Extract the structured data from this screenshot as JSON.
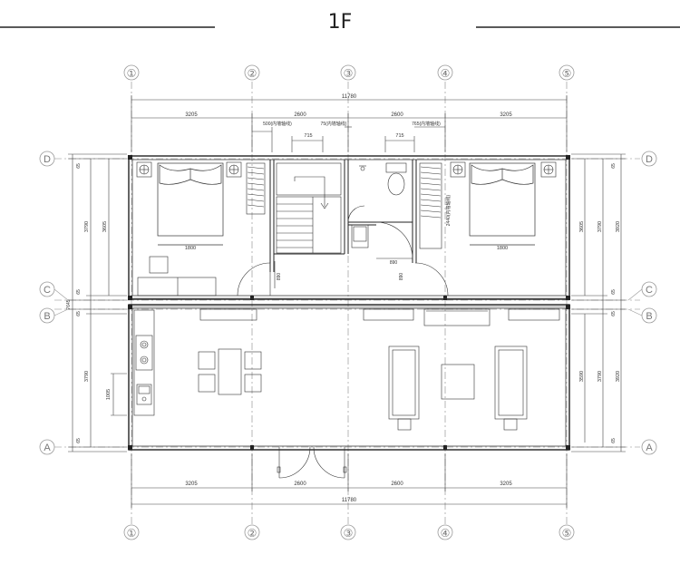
{
  "title": "1F",
  "grid_cols": [
    "①",
    "②",
    "③",
    "④",
    "⑤"
  ],
  "grid_rows": [
    "D",
    "C",
    "B",
    "A"
  ],
  "dims": {
    "total_top": "11780",
    "total_bottom": "11780",
    "segs_top": [
      "3205",
      "2600",
      "2600",
      "3205"
    ],
    "segs_bottom": [
      "3205",
      "2600",
      "2600",
      "3205"
    ],
    "wall_top_left": "500(内墙轴线)",
    "wall_top_right": "765(内墙轴线)",
    "wall_top_mid": "75(内墙轴线)",
    "door_width_1": "715",
    "door_width_2": "715",
    "bed_left": "1800",
    "bed_right": "1800",
    "door_890_a": "890",
    "door_890_b": "890",
    "door_890_c": "890",
    "bath_vert": "2440(内墙轴线)",
    "left_outer_upper": "3790",
    "left_inner_upper": "3605",
    "left_outer_lower": "3790",
    "left_small_top": "65",
    "left_small_mid1": "65",
    "left_small_mid2": "65",
    "left_small_bottom": "65",
    "left_gap": "7645",
    "kitchen_dim": "1005",
    "right_inner_upper": "3605",
    "right_outer_upper": "3790",
    "right_total_upper": "3920",
    "right_inner_lower": "3590",
    "right_outer_lower": "3790",
    "right_total_lower": "3920",
    "right_small_top": "65",
    "right_small_mid1": "65",
    "right_small_mid2": "65",
    "right_small_bottom": "65"
  }
}
